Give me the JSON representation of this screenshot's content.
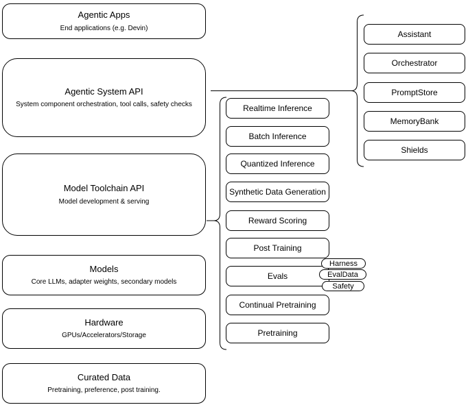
{
  "left_stack": [
    {
      "title": "Agentic Apps",
      "subtitle": "End applications (e.g. Devin)"
    },
    {
      "title": "Agentic System API",
      "subtitle": "System component orchestration, tool calls, safety checks"
    },
    {
      "title": "Model Toolchain API",
      "subtitle": "Model development & serving"
    },
    {
      "title": "Models",
      "subtitle": "Core LLMs, adapter weights, secondary models"
    },
    {
      "title": "Hardware",
      "subtitle": "GPUs/Accelerators/Storage"
    },
    {
      "title": "Curated Data",
      "subtitle": "Pretraining, preference, post training."
    }
  ],
  "toolchain_items": [
    "Realtime Inference",
    "Batch Inference",
    "Quantized Inference",
    "Synthetic Data Generation",
    "Reward Scoring",
    "Post Training",
    "Evals",
    "Continual Pretraining",
    "Pretraining"
  ],
  "evals_tags": [
    "Harness",
    "EvalData",
    "Safety"
  ],
  "system_components": [
    "Assistant",
    "Orchestrator",
    "PromptStore",
    "MemoryBank",
    "Shields"
  ],
  "colors": {
    "stroke": "#000000",
    "node_fill": "#ffffff",
    "background": "#ffffff"
  }
}
